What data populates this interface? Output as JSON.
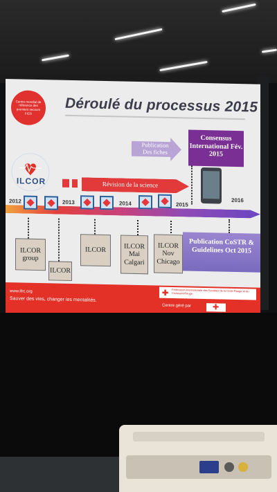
{
  "slide": {
    "title": "Déroulé du processus 2015",
    "badge_text": "Centre mondial de référence des premiers secours FICR",
    "ilcor_logo_text": "ILCOR",
    "ilcor_ring_text": "International Liaison Committee on Resuscitation",
    "arrow_publication": "Publication Des fiches",
    "arrow_revision": "Révision de la science",
    "consensus": "Consensus International Fév. 2015",
    "publication_bottom": "Publication CoSTR & Guidelines Oct 2015",
    "years": [
      "2012",
      "2013",
      "2014",
      "2015",
      "2016"
    ],
    "boxes": [
      "ILCOR group",
      "ILCOR",
      "ILCOR",
      "ILCOR Mai Calgari",
      "ILCOR Nov Chicago"
    ],
    "footer": {
      "url": "www.ifrc.org",
      "slogan": "Sauver des vies, changer les mentalités.",
      "federation": "Fédération internationale des Sociétés de la Croix-Rouge et du Croissant-Rouge",
      "managed_by": "Centre géré par"
    }
  }
}
